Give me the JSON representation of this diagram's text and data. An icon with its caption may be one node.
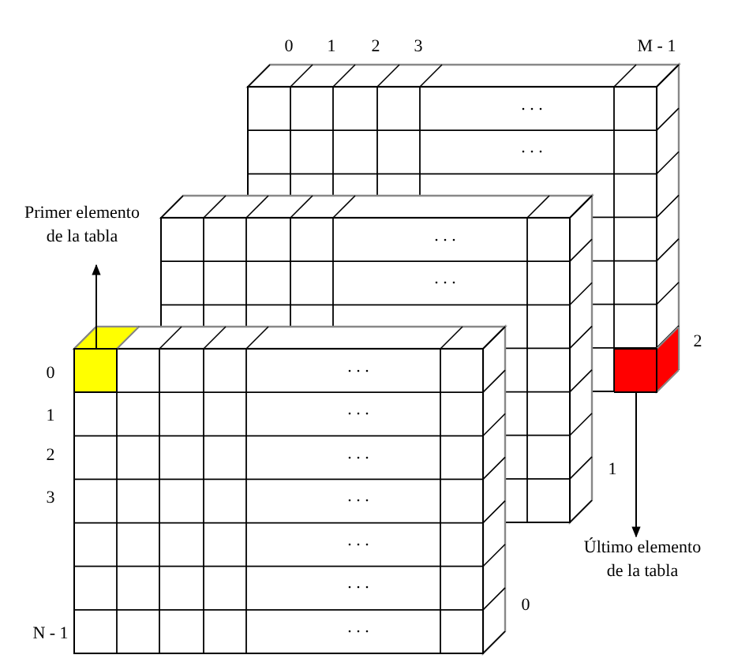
{
  "diagram": {
    "nodes": [
      {
        "text": [
          "Primer elemento de la tabla"
        ]
      },
      {
        "text": [],
        "shape": "box"
      },
      {
        "text": [],
        "shape": "box"
      },
      {
        "text": [
          "Último elemento de la tabla"
        ]
      }
    ],
    "edges": [
      {
        "from": 1,
        "to": 0,
        "arrow": "to"
      },
      {
        "from": 2,
        "to": 3,
        "arrow": "to"
      }
    ],
    "labels": [
      "0",
      "1",
      "2",
      "3",
      "M - 1",
      ". . .",
      ". . .",
      ". . .",
      ". . .",
      "2",
      "0",
      ". . .",
      "1",
      ". . .",
      "2",
      ". . .",
      "1",
      "3",
      ". . .",
      ". . .",
      ". . .",
      "0",
      "N - 1",
      ". . ."
    ]
  }
}
